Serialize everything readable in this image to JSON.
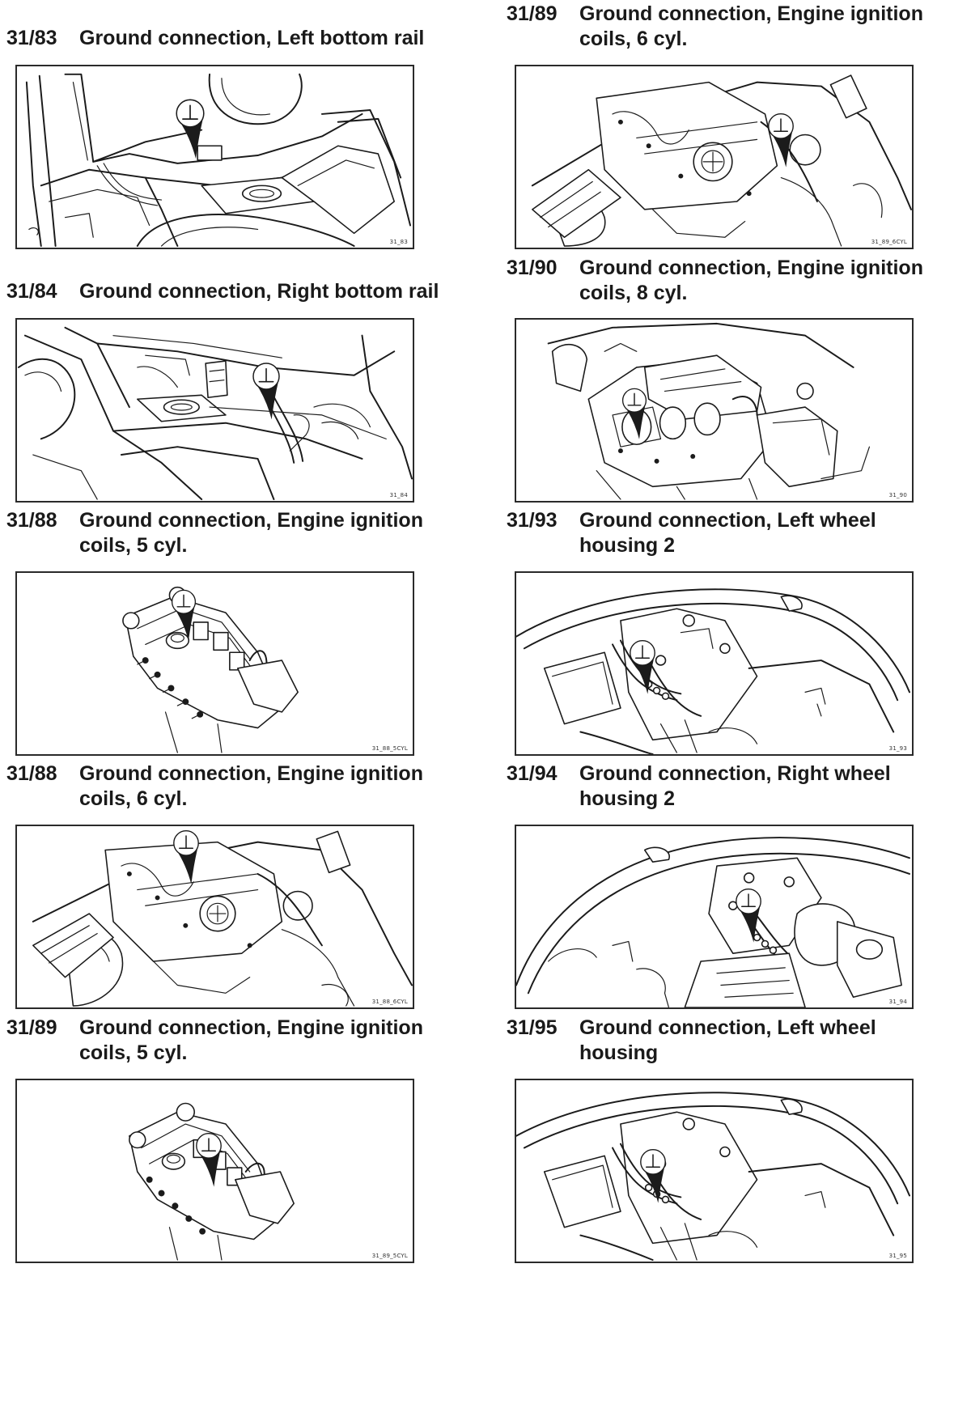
{
  "entries": [
    {
      "code": "31/83",
      "title_lines": [
        "Ground connection, Left bottom rail"
      ],
      "figure_id": "31_83"
    },
    {
      "code": "31/84",
      "title_lines": [
        "Ground connection, Right bottom rail"
      ],
      "figure_id": "31_84"
    },
    {
      "code": "31/88",
      "title_lines": [
        "Ground connection, Engine ignition",
        "coils, 5 cyl."
      ],
      "figure_id": "31_88_5CYL"
    },
    {
      "code": "31/88",
      "title_lines": [
        "Ground connection, Engine ignition",
        "coils, 6 cyl."
      ],
      "figure_id": "31_88_6CYL"
    },
    {
      "code": "31/89",
      "title_lines": [
        "Ground connection, Engine ignition",
        "coils, 5 cyl."
      ],
      "figure_id": "31_89_5CYL"
    },
    {
      "code": "31/89",
      "title_lines": [
        "Ground connection, Engine ignition",
        "coils, 6 cyl."
      ],
      "figure_id": "31_89_6CYL"
    },
    {
      "code": "31/90",
      "title_lines": [
        "Ground connection, Engine ignition",
        "coils, 8 cyl."
      ],
      "figure_id": "31_90"
    },
    {
      "code": "31/93",
      "title_lines": [
        "Ground connection, Left wheel",
        "housing 2"
      ],
      "figure_id": "31_93"
    },
    {
      "code": "31/94",
      "title_lines": [
        "Ground connection, Right wheel",
        "housing 2"
      ],
      "figure_id": "31_94"
    },
    {
      "code": "31/95",
      "title_lines": [
        "Ground connection, Left wheel",
        "housing"
      ],
      "figure_id": "31_95"
    }
  ]
}
